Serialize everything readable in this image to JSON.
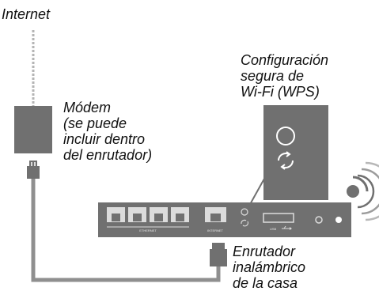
{
  "labels": {
    "internet": "Internet",
    "modem": [
      "Módem",
      "(se puede",
      "incluir dentro",
      "del enrutador)"
    ],
    "wps": [
      "Configuración",
      "segura de",
      "Wi-Fi (WPS)"
    ],
    "router": [
      "Enrutador",
      "inalámbrico",
      "de la casa"
    ]
  },
  "router_port_labels": {
    "ethernet": "ETHERNET",
    "internet": "INTERNET",
    "usb": "USB"
  },
  "colors": {
    "device_gray": "#707070",
    "cable_gray": "#8f8f8f",
    "dashed_line": "#b4b4b4",
    "port_light": "#dcdcdc",
    "text": "#111111"
  },
  "icons": {
    "wps": "wps-refresh-icon",
    "wifi": "wifi-signal-icon",
    "usb": "usb-symbol-icon"
  }
}
